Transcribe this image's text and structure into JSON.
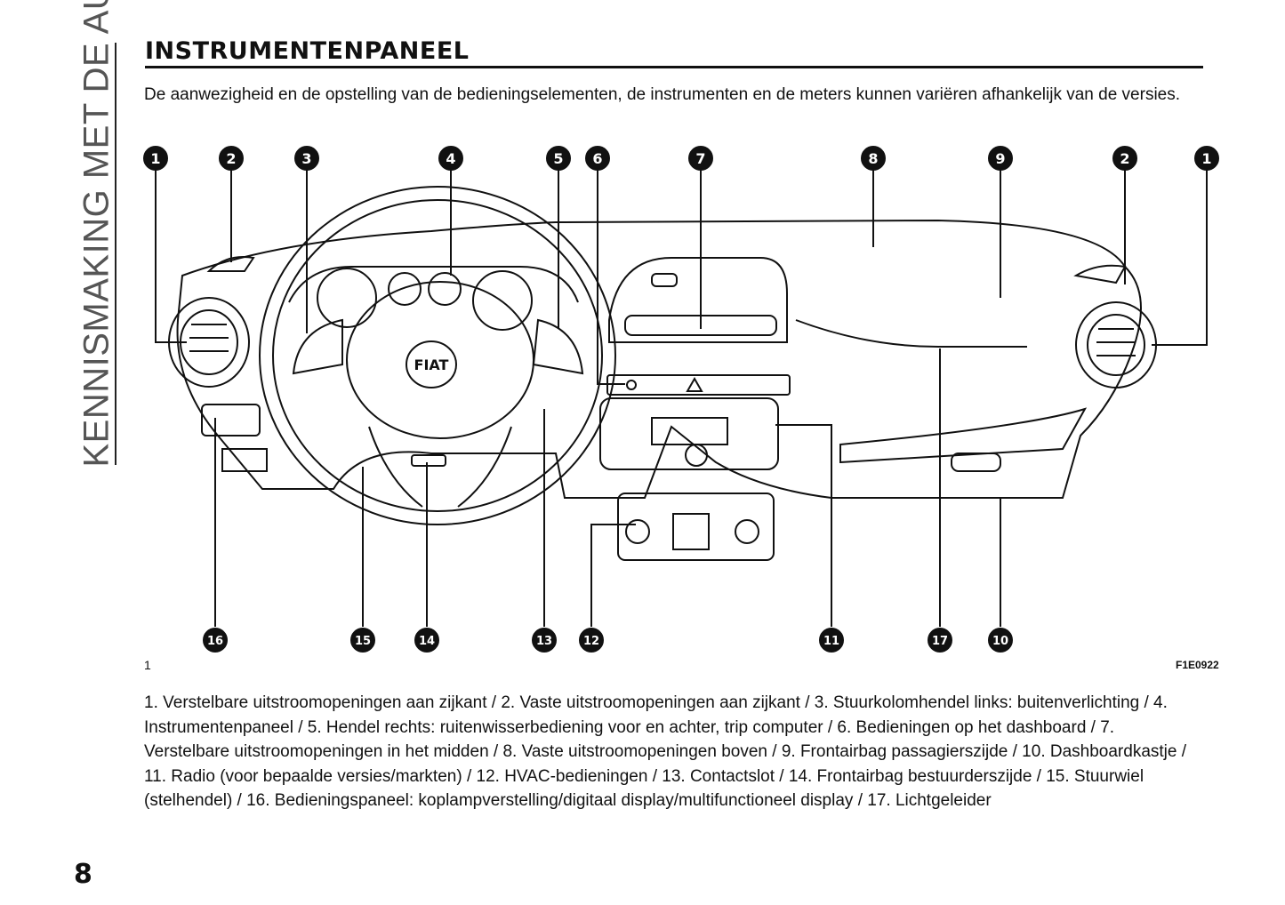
{
  "section_label": "KENNISMAKING MET DE AUTO",
  "title": "INSTRUMENTENPANEEL",
  "intro": "De aanwezigheid en de opstelling van de bedieningselementen, de instrumenten en de meters kunnen variëren afhankelijk van de versies.",
  "figure": {
    "number": "1",
    "code": "F1E0922",
    "logo_text": "FIAT",
    "callouts_top": [
      "1",
      "2",
      "3",
      "4",
      "5",
      "6",
      "7",
      "8",
      "9",
      "2",
      "1"
    ],
    "callouts_bottom": [
      "16",
      "15",
      "14",
      "13",
      "12",
      "11",
      "17",
      "10"
    ]
  },
  "caption": "1. Verstelbare uitstroomopeningen aan zijkant / 2. Vaste uitstroomopeningen aan zijkant / 3. Stuurkolomhendel links: buitenverlichting / 4. Instrumentenpaneel / 5. Hendel rechts: ruitenwisserbediening voor en achter, trip computer / 6. Bedieningen op het dashboard / 7. Verstelbare uitstroomopeningen in het midden / 8. Vaste uitstroomopeningen boven / 9. Frontairbag passagierszijde / 10. Dashboardkastje / 11. Radio (voor bepaalde versies/markten) / 12. HVAC-bedieningen / 13. Contactslot / 14. Frontairbag bestuurderszijde / 15. Stuurwiel (stelhendel) / 16. Bedieningspaneel: koplampverstelling/digitaal display/multifunctioneel display / 17. Lichtgeleider",
  "page_number": "8"
}
